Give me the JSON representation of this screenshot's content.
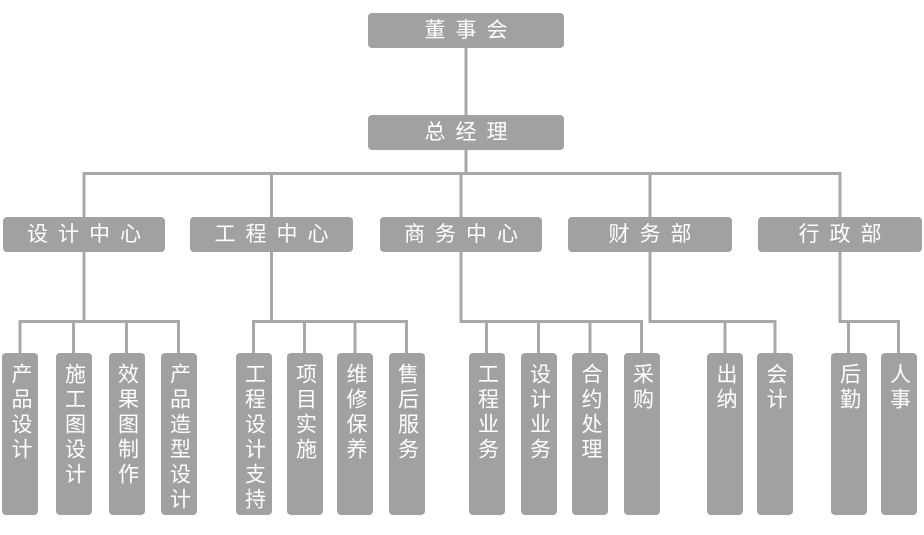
{
  "org_chart": {
    "type": "organization-chart",
    "root": {
      "label": "董事会"
    },
    "general_manager": {
      "label": "总经理"
    },
    "departments": [
      {
        "label": "设计中心",
        "children": [
          "产品设计",
          "施工图设计",
          "效果图制作",
          "产品造型设计"
        ]
      },
      {
        "label": "工程中心",
        "children": [
          "工程设计支持",
          "项目实施",
          "维修保养",
          "售后服务"
        ]
      },
      {
        "label": "商务中心",
        "children": [
          "工程业务",
          "设计业务",
          "合约处理",
          "采购"
        ]
      },
      {
        "label": "财务部",
        "children": [
          "出纳",
          "会计"
        ]
      },
      {
        "label": "行政部",
        "children": [
          "后勤",
          "人事"
        ]
      }
    ],
    "colors": {
      "box_fill": "#a1a1a1",
      "box_text": "#ffffff",
      "connector": "#a8a8a8",
      "background": "#ffffff"
    }
  }
}
